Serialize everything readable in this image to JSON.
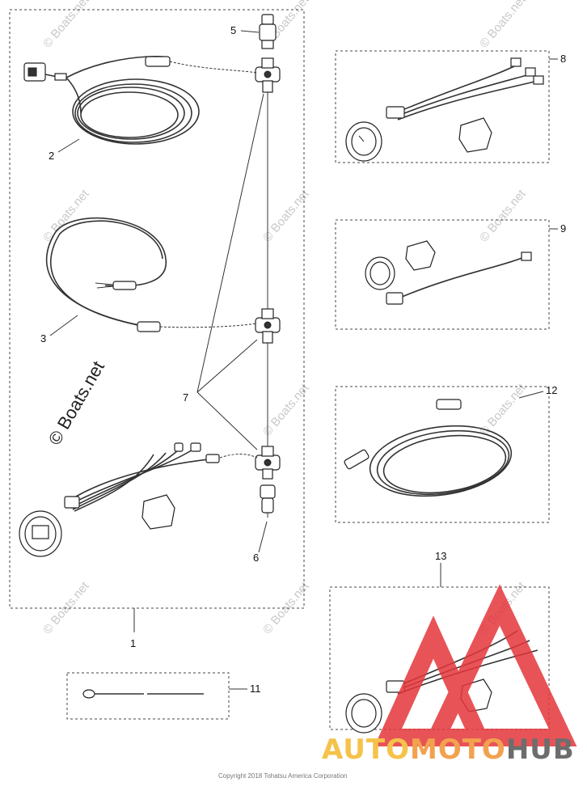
{
  "callouts": {
    "c1": "1",
    "c2": "2",
    "c3": "3",
    "c5": "5",
    "c6": "6",
    "c7": "7",
    "c8": "8",
    "c9": "9",
    "c11": "11",
    "c12": "12",
    "c13": "13"
  },
  "watermark": {
    "small": "© Boats.net",
    "large": "© Boats.net"
  },
  "copyright": "Copyright 2018 Tohatsu America Corporation",
  "brand": {
    "part1": "AUTO",
    "part2": "MOTO",
    "part3": "HUB",
    "color1": "#f5c24a",
    "color2": "#f2a24f",
    "color3": "#6d6d6d",
    "logo_color": "#e4363a"
  }
}
